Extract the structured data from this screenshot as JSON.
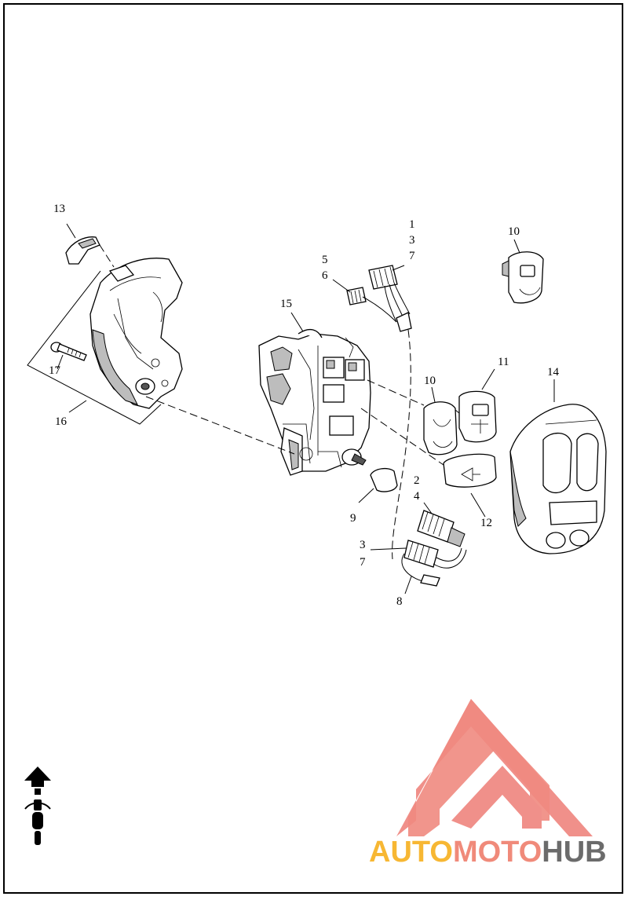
{
  "diagram": {
    "callouts": {
      "c1": "1",
      "c3a": "3",
      "c7a": "7",
      "c5": "5",
      "c6": "6",
      "c10a": "10",
      "c10b": "10",
      "c11": "11",
      "c12": "12",
      "c13": "13",
      "c14": "14",
      "c15": "15",
      "c16": "16",
      "c17": "17",
      "c2": "2",
      "c4": "4",
      "c3b": "3",
      "c7b": "7",
      "c8": "8",
      "c9": "9"
    }
  },
  "watermark": {
    "part1": "AUTO",
    "part2": "MOTO",
    "part3": "HUB",
    "color1": "#f7b733",
    "color2": "#f08a7a",
    "color3": "#6b6b6b",
    "logo_color": "#f08a80"
  },
  "icons": {
    "orientation": "front-arrow-motorcycle-icon"
  }
}
